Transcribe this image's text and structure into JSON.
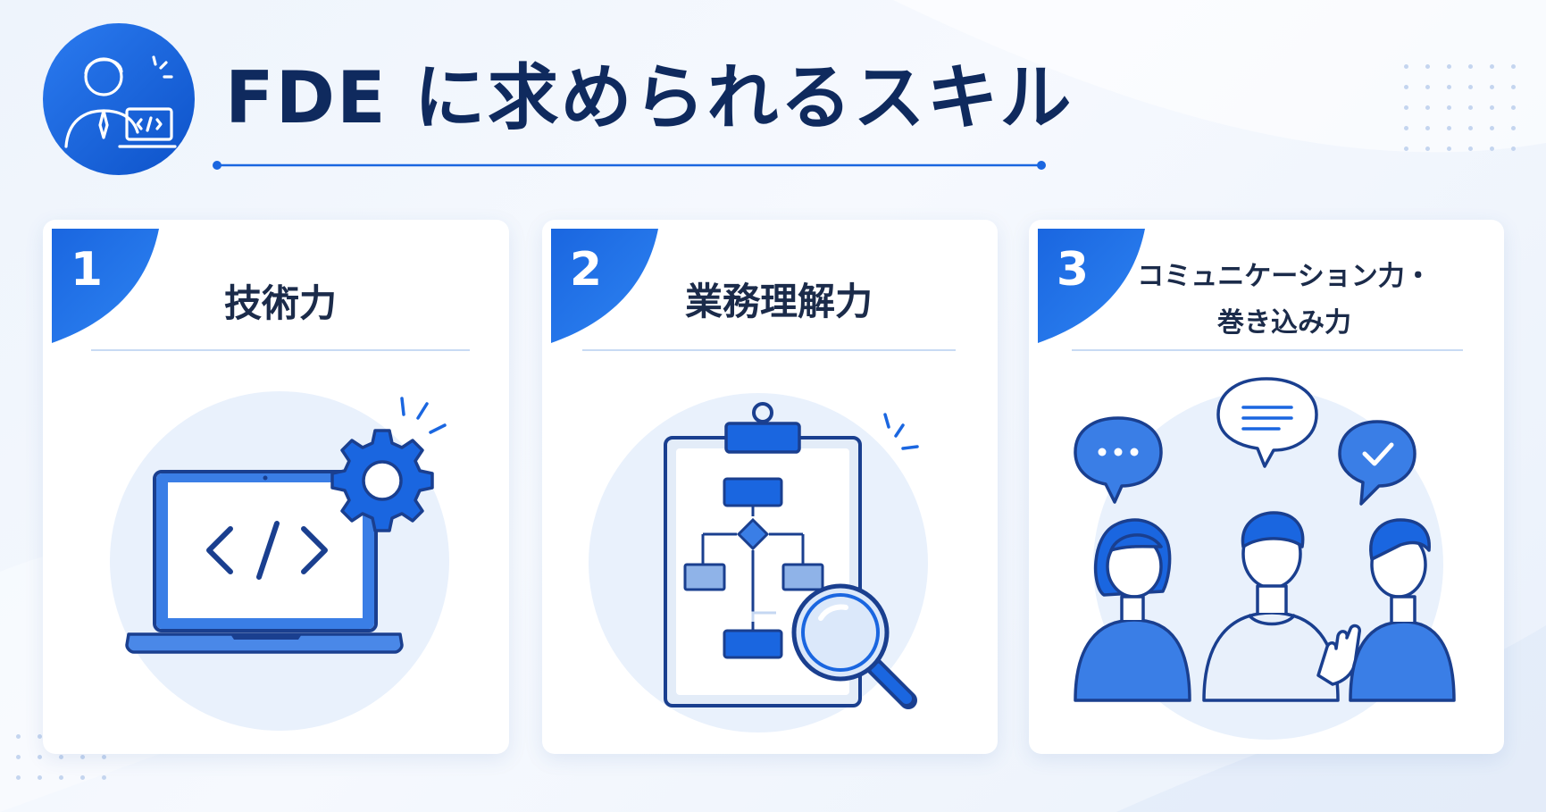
{
  "title": "FDE に求められるスキル",
  "colors": {
    "brand": "#1a66e0",
    "brand_dark": "#0f2a5e",
    "accent_light": "#e6effb"
  },
  "header_icon": "engineer-with-laptop-icon",
  "cards": [
    {
      "number": "1",
      "title": "技術力",
      "icon": "laptop-code-gear-icon"
    },
    {
      "number": "2",
      "title": "業務理解力",
      "icon": "clipboard-flowchart-magnifier-icon"
    },
    {
      "number": "3",
      "title_line1": "コミュニケーション力・",
      "title_line2": "巻き込み力",
      "icon": "people-speech-bubbles-icon"
    }
  ]
}
